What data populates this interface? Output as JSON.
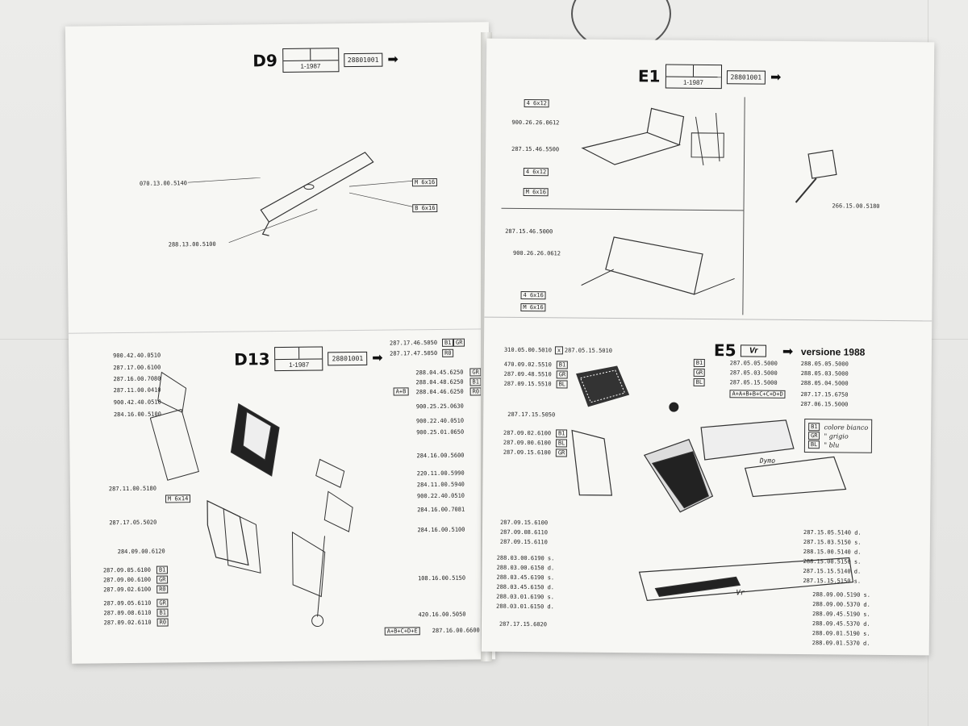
{
  "left_page": {
    "d9": {
      "code": "D9",
      "date": "1-1987",
      "serial": "28801001",
      "arrow": "➡",
      "labels": [
        "070.13.00.5140",
        "M 6x16",
        "288.13.00.5100",
        "B 6x16"
      ]
    },
    "d13": {
      "code": "D13",
      "date": "1-1987",
      "serial": "28801001",
      "arrow": "➡",
      "labels": [
        "900.42.40.0510",
        "287.17.00.6100",
        "287.16.00.7080",
        "287.11.00.0410",
        "900.42.40.0510",
        "284.16.00.5100",
        "287.17.46.5050",
        "287.17.47.5050",
        "288.04.45.6250",
        "288.04.48.6250",
        "288.04.46.6250",
        "900.25.25.0630",
        "900.22.40.0510",
        "900.25.01.0650",
        "284.16.00.5600",
        "220.11.00.5990",
        "284.11.00.5940",
        "900.22.40.0510",
        "284.16.00.7081",
        "284.16.00.5100",
        "108.16.00.5150",
        "420.16.00.5050",
        "287.16.00.6600",
        "287.11.00.5180",
        "M 6x14",
        "287.17.05.5020",
        "284.09.00.6120",
        "287.09.05.6100",
        "287.09.00.6100",
        "287.09.02.6100",
        "287.09.05.6110",
        "287.09.08.6110",
        "287.09.02.6110"
      ],
      "tags": [
        "B1",
        "GR",
        "R0",
        "GR",
        "B1",
        "R0",
        "A+B",
        "GR",
        "B1",
        "R0",
        "GR",
        "B1",
        "R0",
        "A+B+C+D+E"
      ]
    }
  },
  "right_page": {
    "e1": {
      "code": "E1",
      "date": "1-1987",
      "serial": "28801001",
      "arrow": "➡",
      "labels": [
        "4 6x12",
        "900.26.26.0612",
        "287.15.46.5500",
        "4 6x12",
        "M 6x16",
        "266.15.00.5180",
        "287.15.46.5000",
        "900.26.26.0612",
        "4 6x16",
        "M 6x16"
      ]
    },
    "e5": {
      "code": "E5",
      "vr": "Vr",
      "version": "versione 1988",
      "arrow": "➡",
      "labels": [
        "310.05.00.5010",
        "287.05.15.5010",
        "470.09.02.5510",
        "287.09.48.5510",
        "287.09.15.5510",
        "287.17.15.5050",
        "287.09.02.6100",
        "287.09.00.6100",
        "287.09.15.6100",
        "287.05.05.5000",
        "287.05.03.5000",
        "287.05.15.5000",
        "288.05.05.5000",
        "288.05.03.5000",
        "288.05.04.5000",
        "287.17.15.6750",
        "287.06.15.5000",
        "A+A+B+B+C+C+D+D",
        "287.15.05.5140 d.",
        "287.15.03.5150 s.",
        "288.15.00.5140 d.",
        "288.15.00.5150 s.",
        "287.15.15.5140 d.",
        "287.15.15.5150 s.",
        "287.09.15.6100",
        "287.09.08.6110",
        "287.09.15.6110",
        "288.03.00.6190 s.",
        "288.03.00.6150 d.",
        "288.03.45.6190 s.",
        "288.03.45.6150 d.",
        "288.03.01.6190 s.",
        "288.03.01.6150 d.",
        "287.17.15.6020",
        "288.09.00.5190 s.",
        "288.09.00.5370 d.",
        "288.09.45.5190 s.",
        "288.09.45.5370 d.",
        "288.09.01.5190 s.",
        "288.09.01.5370 d.",
        "Vr",
        "Dymo"
      ],
      "legend": [
        {
          "k": "B1",
          "v": "colore bianco"
        },
        {
          "k": "GR",
          "v": "\" grigio"
        },
        {
          "k": "BL",
          "v": "\" blu"
        }
      ]
    }
  }
}
